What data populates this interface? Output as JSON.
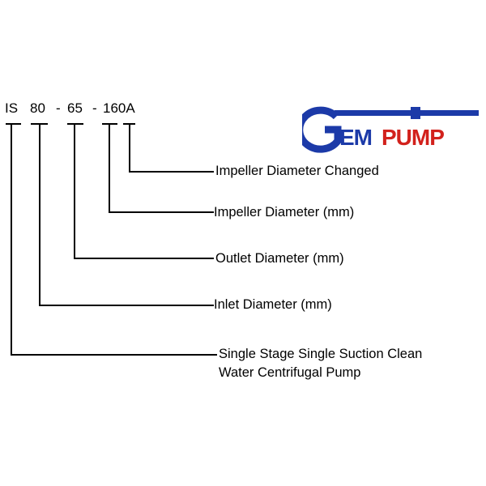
{
  "model_code": {
    "series": "IS",
    "inlet": "80",
    "sep1": "-",
    "outlet": "65",
    "sep2": "-",
    "impeller": "160A"
  },
  "logo": {
    "text": "GEMPUMP",
    "color": "#1c3aa8",
    "accent": "#d2211c"
  },
  "labels": {
    "impeller_changed": "Impeller Diameter Changed",
    "impeller": "Impeller Diameter (mm)",
    "outlet": "Outlet Diameter (mm)",
    "inlet": "Inlet Diameter (mm)",
    "pump_type_line1": "Single Stage Single Suction Clean",
    "pump_type_line2": "Water Centrifugal Pump"
  }
}
